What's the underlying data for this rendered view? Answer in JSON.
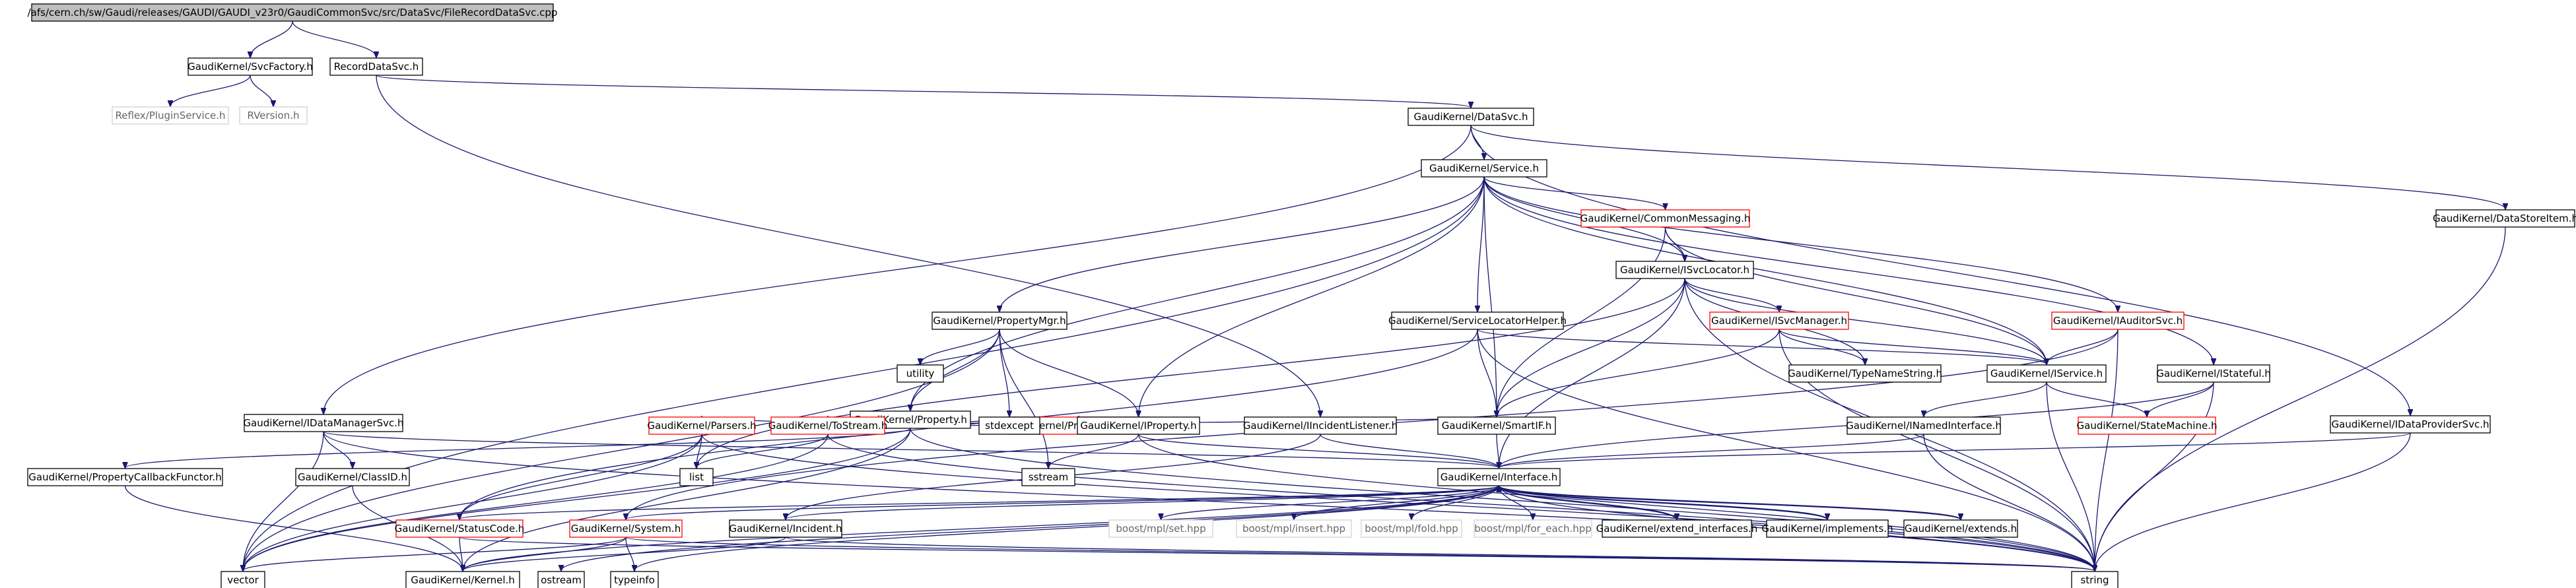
{
  "colors": {
    "edge": "#191970",
    "root_fill": "#bfbfbf",
    "border_documented": "#000000",
    "border_incomplete": "#ff0000",
    "border_external": "#d3d3d3",
    "external_text": "#666666"
  },
  "nodes": {
    "root": {
      "label": "/afs/cern.ch/sw/Gaudi/releases/GAUDI/GAUDI_v23r0/GaudiCommonSvc/src/DataSvc/FileRecordDataSvc.cpp",
      "style": "root"
    },
    "svcfactory": {
      "label": "GaudiKernel/SvcFactory.h",
      "style": "plain"
    },
    "recorddatasvc": {
      "label": "RecordDataSvc.h",
      "style": "plain"
    },
    "reflexplugin": {
      "label": "Reflex/PluginService.h",
      "style": "ext"
    },
    "rversion": {
      "label": "RVersion.h",
      "style": "ext"
    },
    "datasvc": {
      "label": "GaudiKernel/DataSvc.h",
      "style": "plain"
    },
    "service": {
      "label": "GaudiKernel/Service.h",
      "style": "plain"
    },
    "datastoreitem": {
      "label": "GaudiKernel/DataStoreItem.h",
      "style": "plain"
    },
    "commonmessaging": {
      "label": "GaudiKernel/CommonMessaging.h",
      "style": "red"
    },
    "isvclocator": {
      "label": "GaudiKernel/ISvcLocator.h",
      "style": "plain"
    },
    "propertymgr": {
      "label": "GaudiKernel/PropertyMgr.h",
      "style": "plain"
    },
    "servicelocatorhelper": {
      "label": "GaudiKernel/ServiceLocatorHelper.h",
      "style": "plain"
    },
    "isvcmanager": {
      "label": "GaudiKernel/ISvcManager.h",
      "style": "red"
    },
    "iauditorsvc": {
      "label": "GaudiKernel/IAuditorSvc.h",
      "style": "red"
    },
    "utility": {
      "label": "utility",
      "style": "plain"
    },
    "typenamestring": {
      "label": "GaudiKernel/TypeNameString.h",
      "style": "plain"
    },
    "iservice": {
      "label": "GaudiKernel/IService.h",
      "style": "plain"
    },
    "istateful": {
      "label": "GaudiKernel/IStateful.h",
      "style": "plain"
    },
    "property": {
      "label": "GaudiKernel/Property.h",
      "style": "plain"
    },
    "idatamanagersvc": {
      "label": "GaudiKernel/IDataManagerSvc.h",
      "style": "plain"
    },
    "propertyverifier": {
      "label": "GaudiKernel/PropertyVerifier.h",
      "style": "red"
    },
    "parsers": {
      "label": "GaudiKernel/Parsers.h",
      "style": "red"
    },
    "tostream": {
      "label": "GaudiKernel/ToStream.h",
      "style": "red"
    },
    "stdexcept": {
      "label": "stdexcept",
      "style": "plain"
    },
    "iproperty": {
      "label": "GaudiKernel/IProperty.h",
      "style": "plain"
    },
    "iincidentlistener": {
      "label": "GaudiKernel/IIncidentListener.h",
      "style": "plain"
    },
    "smartif": {
      "label": "GaudiKernel/SmartIF.h",
      "style": "plain"
    },
    "inamedinterface": {
      "label": "GaudiKernel/INamedInterface.h",
      "style": "plain"
    },
    "statemachine": {
      "label": "GaudiKernel/StateMachine.h",
      "style": "red"
    },
    "idataprovidersvc": {
      "label": "GaudiKernel/IDataProviderSvc.h",
      "style": "plain"
    },
    "propertycallbackfunctor": {
      "label": "GaudiKernel/PropertyCallbackFunctor.h",
      "style": "plain"
    },
    "classid": {
      "label": "GaudiKernel/ClassID.h",
      "style": "plain"
    },
    "list": {
      "label": "list",
      "style": "plain"
    },
    "sstream": {
      "label": "sstream",
      "style": "plain"
    },
    "interface": {
      "label": "GaudiKernel/Interface.h",
      "style": "plain"
    },
    "statuscode": {
      "label": "GaudiKernel/StatusCode.h",
      "style": "red"
    },
    "system": {
      "label": "GaudiKernel/System.h",
      "style": "red"
    },
    "incident": {
      "label": "GaudiKernel/Incident.h",
      "style": "plain"
    },
    "mplset": {
      "label": "boost/mpl/set.hpp",
      "style": "ext"
    },
    "mplinsert": {
      "label": "boost/mpl/insert.hpp",
      "style": "ext"
    },
    "mplfold": {
      "label": "boost/mpl/fold.hpp",
      "style": "ext"
    },
    "mplforeach": {
      "label": "boost/mpl/for_each.hpp",
      "style": "ext"
    },
    "extendinterfaces": {
      "label": "GaudiKernel/extend_interfaces.h",
      "style": "plain"
    },
    "implements": {
      "label": "GaudiKernel/implements.h",
      "style": "plain"
    },
    "extends": {
      "label": "GaudiKernel/extends.h",
      "style": "plain"
    },
    "vector": {
      "label": "vector",
      "style": "plain"
    },
    "kernel": {
      "label": "GaudiKernel/Kernel.h",
      "style": "plain"
    },
    "ostream": {
      "label": "ostream",
      "style": "plain"
    },
    "typeinfo": {
      "label": "typeinfo",
      "style": "plain"
    },
    "string": {
      "label": "string",
      "style": "plain"
    }
  }
}
